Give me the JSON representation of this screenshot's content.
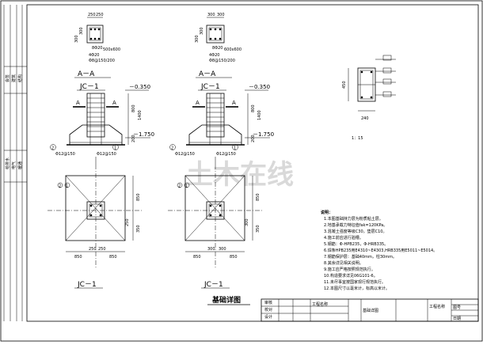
{
  "watermark": "土木在线",
  "section_label": "A－A",
  "jc_label": "JC－1",
  "elev_top": "－0.350",
  "elev_bot": "－1.750",
  "dim_800": "800",
  "dim_1400": "1400",
  "dim_250": "250",
  "dim_300": "300",
  "dim_600": "600",
  "dim_850": "850",
  "dim_350": "350",
  "dim_450": "450",
  "dim_200": "200",
  "dim_240": "240",
  "rebar_bottom": "Φ12@150",
  "rebar_col_a": "8Φ20",
  "rebar_col_b": "4Φ20",
  "stirrup": "Φ8@150/200",
  "size_500": "500x600",
  "size_600": "600x600",
  "sec_A": "A",
  "circ_1": "1",
  "circ_2": "2",
  "scale_label": "1：15",
  "detail_label": "基础详图",
  "notes_title": "说明：",
  "notes": [
    "1.本图基础持力层为粉质粘土层。",
    "2.地基承载力特征值fak=120KPa。",
    "3.混凝土强度等级C30，垫层C10。",
    "4.施工前应进行验槽。",
    "5.钢筋：Φ-HPB235，Φ-HRB335。",
    "6.焊条HPB235用E4310~E4303,HRB335用E5011~E5014。",
    "7.钢筋保护层：基础40mm，柱30mm。",
    "8.其余详见相关说明。",
    "9.施工应严格按照规范执行。",
    "10.构造要求详见06G101-6。",
    "11.未尽事宜按国家现行规范执行。",
    "12.本图尺寸以毫米计，标高以米计。"
  ],
  "title_block": {
    "project": "工程名称",
    "drawing": "基础详图",
    "design": "设计",
    "check": "校对",
    "approve": "审核",
    "number": "图号",
    "date": "日期"
  },
  "sidebar_labels": [
    "会签",
    "建筑",
    "结构",
    "给排水",
    "电气",
    "暖通"
  ]
}
